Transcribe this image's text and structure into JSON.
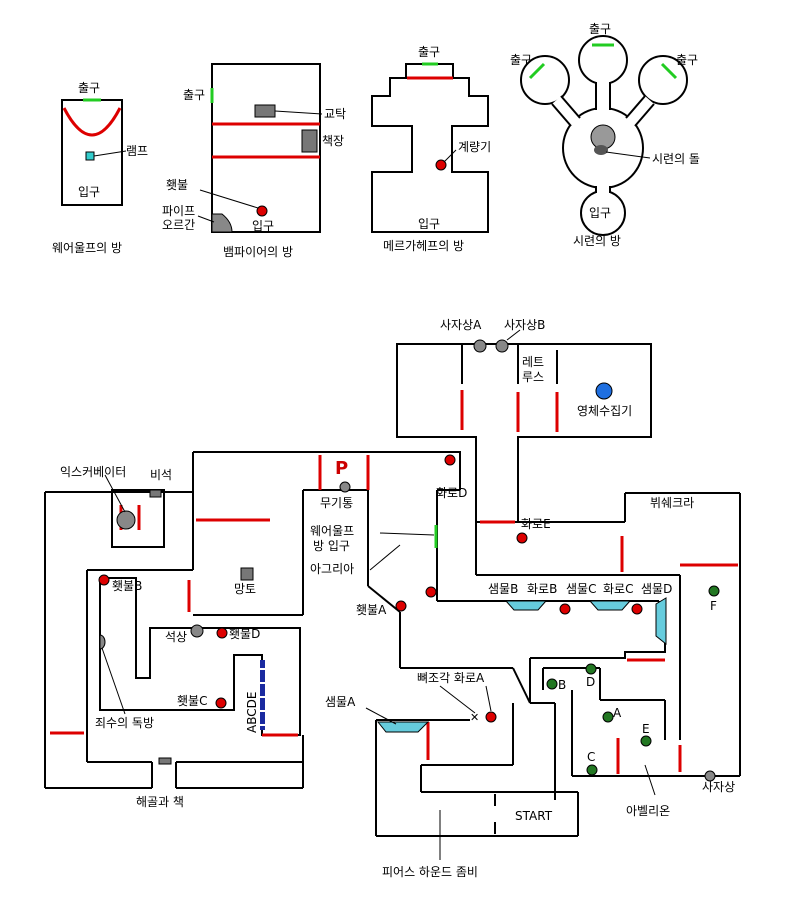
{
  "rooms": {
    "werewolf": {
      "title": "웨어울프의 방",
      "exit": "출구",
      "lamp": "램프",
      "entrance": "입구"
    },
    "vampire": {
      "title": "뱀파이어의 방",
      "exit": "출구",
      "podium": "교탁",
      "bookshelf": "책장",
      "torch": "횃불",
      "pipe_organ_1": "파이프",
      "pipe_organ_2": "오르간",
      "entrance": "입구"
    },
    "megahep": {
      "title": "메르가헤프의 방",
      "exit": "출구",
      "gauge": "계량기",
      "entrance": "입구"
    },
    "trial": {
      "title": "시련의 방",
      "exit_top": "출구",
      "exit_left": "출구",
      "exit_right": "출구",
      "stone": "시련의 돌",
      "entrance": "입구"
    }
  },
  "main_map": {
    "lion_a": "사자상A",
    "lion_b": "사자상B",
    "lettus_1": "레트",
    "lettus_2": "루스",
    "spirit_collector": "영체수집기",
    "excavator": "익스커베이터",
    "monument": "비석",
    "p_mark": "P",
    "weapon_barrel": "무기통",
    "brazier_d": "화로D",
    "werewolf_entrance_1": "웨어울프",
    "werewolf_entrance_2": "방 입구",
    "agria": "아그리아",
    "brazier_e": "화로E",
    "buikkra": "뷔쉐크라",
    "cloak": "망토",
    "torch_b": "횃불B",
    "stone_statue": "석상",
    "torch_d": "횃불D",
    "torch_a": "횃불A",
    "well_row": [
      "샘물B",
      "화로B",
      "샘물C",
      "화로C",
      "샘물D"
    ],
    "letter_f": "F",
    "bone_brazier_a": "뼈조각 화로A",
    "well_a": "샘물A",
    "torch_c": "횃불C",
    "letters_abcde": "ABCDE",
    "cell_a": "A",
    "cell_b": "B",
    "cell_c": "C",
    "cell_d": "D",
    "cell_e": "E",
    "solitary": "죄수의 독방",
    "lion_statue": "사자상",
    "abelion": "아벨리온",
    "skeleton_book": "해골과 책",
    "start": "START",
    "pierce_zombie": "피어스 하운드 좀비"
  },
  "colors": {
    "torch": "#dd0000",
    "exit": "#22cc22",
    "spirit": "#1f6fe0",
    "well": "#66ccdd",
    "cell": "#227722",
    "lamp": "#33cccc"
  }
}
